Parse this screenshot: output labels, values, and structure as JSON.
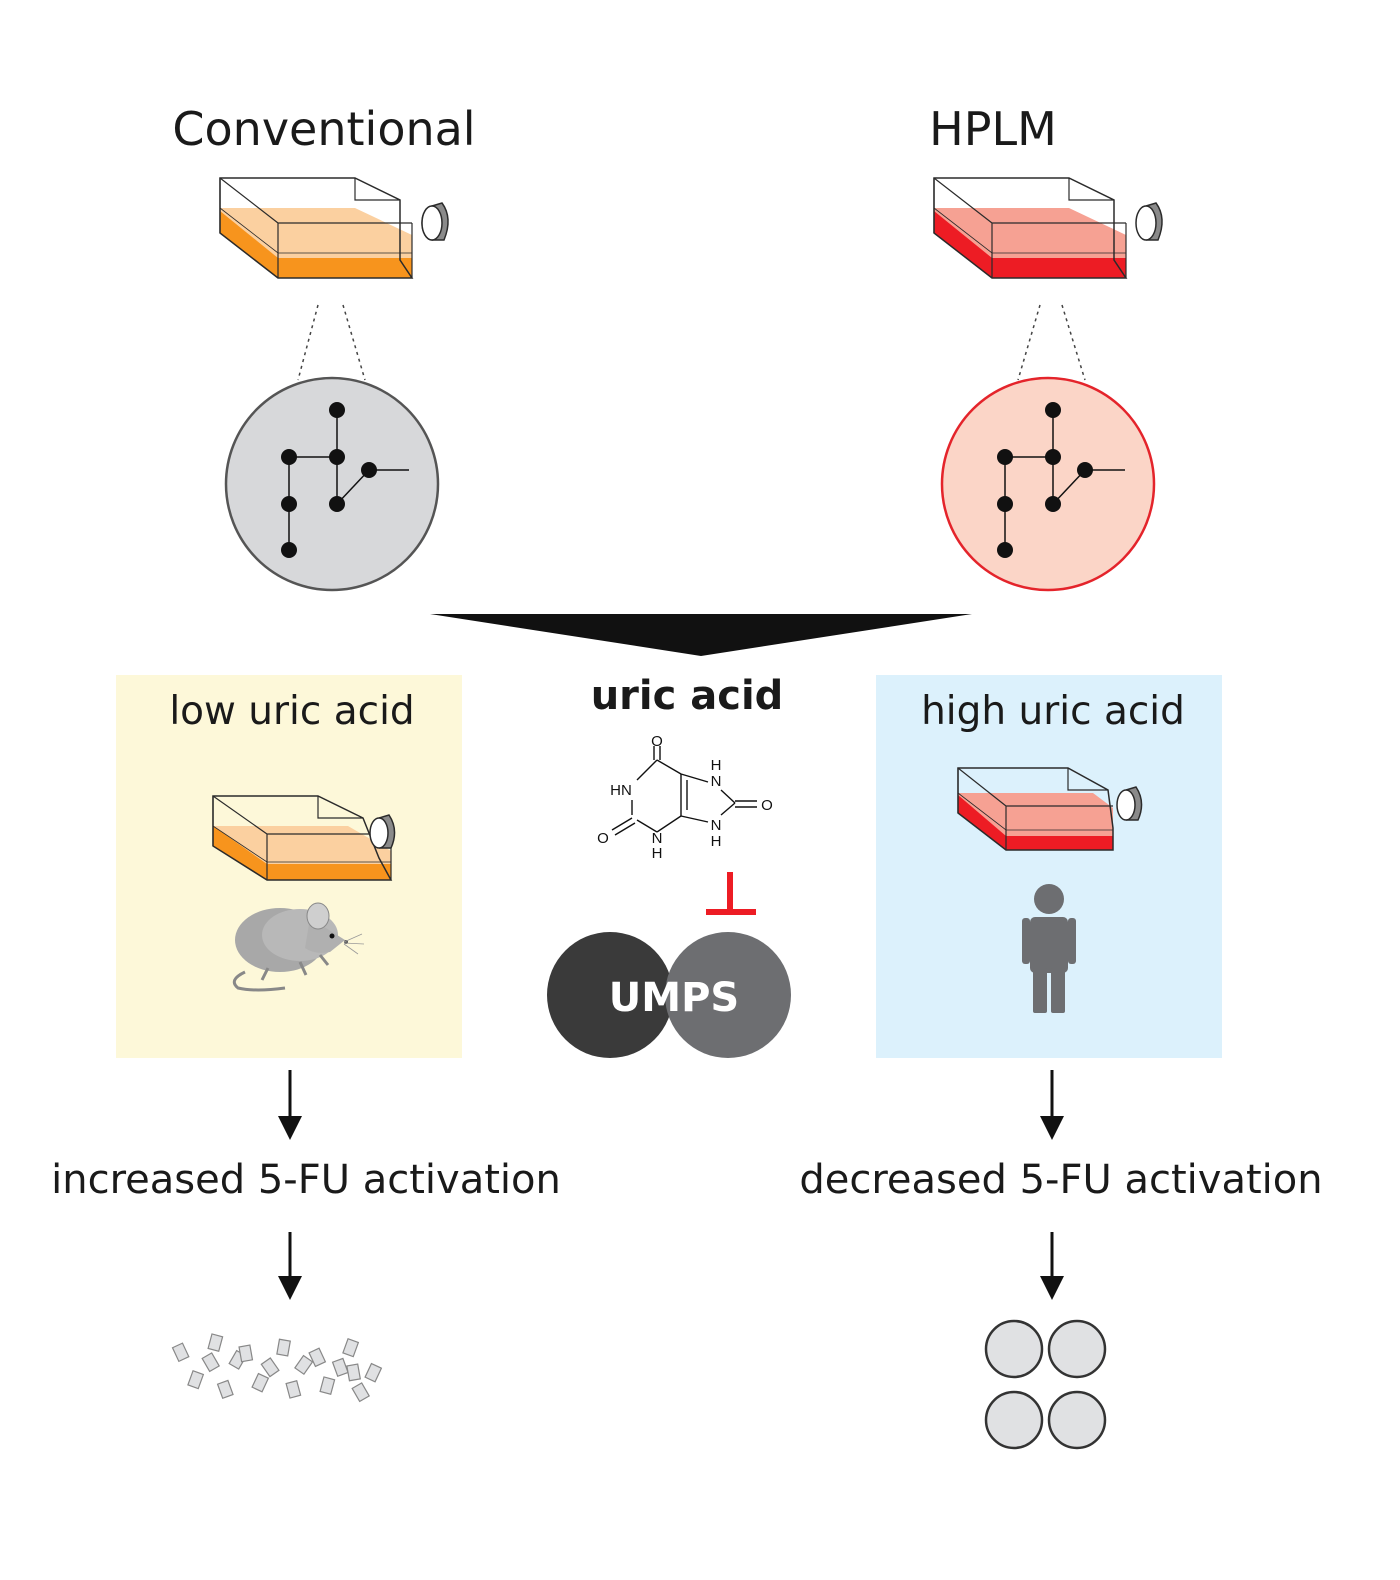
{
  "left": {
    "title": "Conventional",
    "box_label": "low uric acid",
    "outcome": "increased 5-FU activation",
    "medium_color": "#f7941d",
    "medium_light": "#fbd0a0",
    "circle_fill": "#d7d8da",
    "circle_stroke": "#555555",
    "box_fill": "#fdf8d9",
    "organism_icon": "mouse-icon",
    "result_icon": "dead-cells-icon"
  },
  "right": {
    "title": "HPLM",
    "box_label": "high uric acid",
    "outcome": "decreased 5-FU activation",
    "medium_color": "#ed1c24",
    "medium_light": "#f6a193",
    "circle_fill": "#fbd5c7",
    "circle_stroke": "#e4242b",
    "box_fill": "#dcf1fc",
    "organism_icon": "human-icon",
    "result_icon": "live-cells-icon"
  },
  "center": {
    "title": "uric acid",
    "enzyme": "UMPS",
    "inhibit_color": "#ed1c24",
    "atoms": {
      "o_top": "O",
      "hn": "HN",
      "o_left": "O",
      "h_bottom": "H",
      "h_right_bottom": "H",
      "n_right_bottom": "N",
      "h_top": "H",
      "n_top": "N",
      "o_right": "O",
      "n_bottom": "N"
    }
  }
}
